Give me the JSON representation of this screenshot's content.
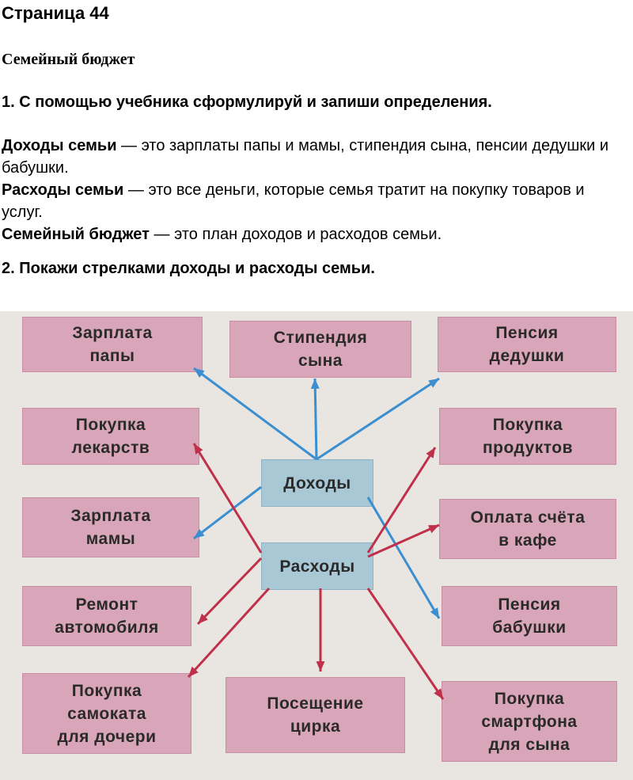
{
  "page_title": "Страница 44",
  "section_title": "Семейный бюджет",
  "task1": "1. С помощью учебника сформулируй и запиши определения.",
  "definitions": [
    {
      "term": "Доходы семьи",
      "text": " — это зарплаты папы и мамы, стипендия сына, пенсии дедушки и бабушки."
    },
    {
      "term": "Расходы семьи",
      "text": " — это все деньги, которые семья тратит на покупку товаров и услуг."
    },
    {
      "term": "Семейный бюджет",
      "text": " — это план доходов и расходов семьи."
    }
  ],
  "task2": "2. Покажи стрелками доходы и расходы семьи.",
  "diagram": {
    "income": "Доходы",
    "expenses": "Расходы",
    "boxes": {
      "dad_salary": "Зарплата\nпапы",
      "son_stipend": "Стипендия\nсына",
      "grandpa_pension": "Пенсия\nдедушки",
      "medicine": "Покупка\nлекарств",
      "groceries": "Покупка\nпродуктов",
      "mom_salary": "Зарплата\nмамы",
      "cafe": "Оплата  счёта\nв  кафе",
      "car_repair": "Ремонт\nавтомобиля",
      "grandma_pension": "Пенсия\nбабушки",
      "scooter": "Покупка\nсамоката\nдля  дочери",
      "circus": "Посещение\nцирка",
      "smartphone": "Покупка\nсмартфона\nдля  сына"
    },
    "income_color": "#3b8fd0",
    "expense_color": "#c0304a"
  }
}
